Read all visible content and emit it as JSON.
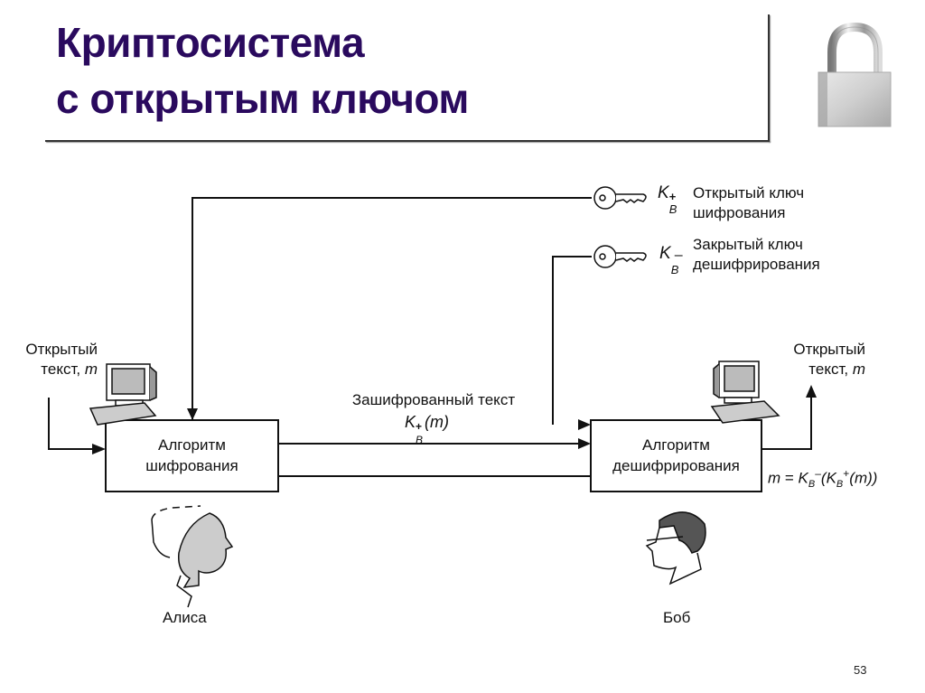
{
  "slide": {
    "title_line1": "Криптосистема",
    "title_line2": "с открытым ключом",
    "page_number": "53",
    "title_color": "#2a0a5e"
  },
  "diagram": {
    "public_key": {
      "symbol": "K",
      "subscript": "B",
      "superscript": "+",
      "label_line1": "Открытый ключ",
      "label_line2": "шифрования",
      "icon": "key-icon"
    },
    "private_key": {
      "symbol": "K",
      "subscript": "B",
      "superscript": "–",
      "label_line1": "Закрытый ключ",
      "label_line2": "дешифрирования",
      "icon": "key-icon"
    },
    "plaintext_in": {
      "line1": "Открытый",
      "line2_text": "текст, ",
      "line2_var": "m"
    },
    "plaintext_out": {
      "line1": "Открытый",
      "line2_text": "текст, ",
      "line2_var": "m"
    },
    "encrypt_box": {
      "line1": "Алгоритм",
      "line2": "шифрования"
    },
    "decrypt_box": {
      "line1": "Алгоритм",
      "line2": "дешифрирования"
    },
    "ciphertext": {
      "label": "Зашифрованный текст",
      "formula": "K_B^+(m)"
    },
    "result_formula": "m = K_B^–(K_B^+(m))",
    "alice": {
      "name": "Алиса",
      "icon": "person-alice-icon"
    },
    "bob": {
      "name": "Боб",
      "icon": "person-bob-icon"
    },
    "computer_icon": "computer-icon",
    "padlock_icon": "padlock-icon"
  }
}
